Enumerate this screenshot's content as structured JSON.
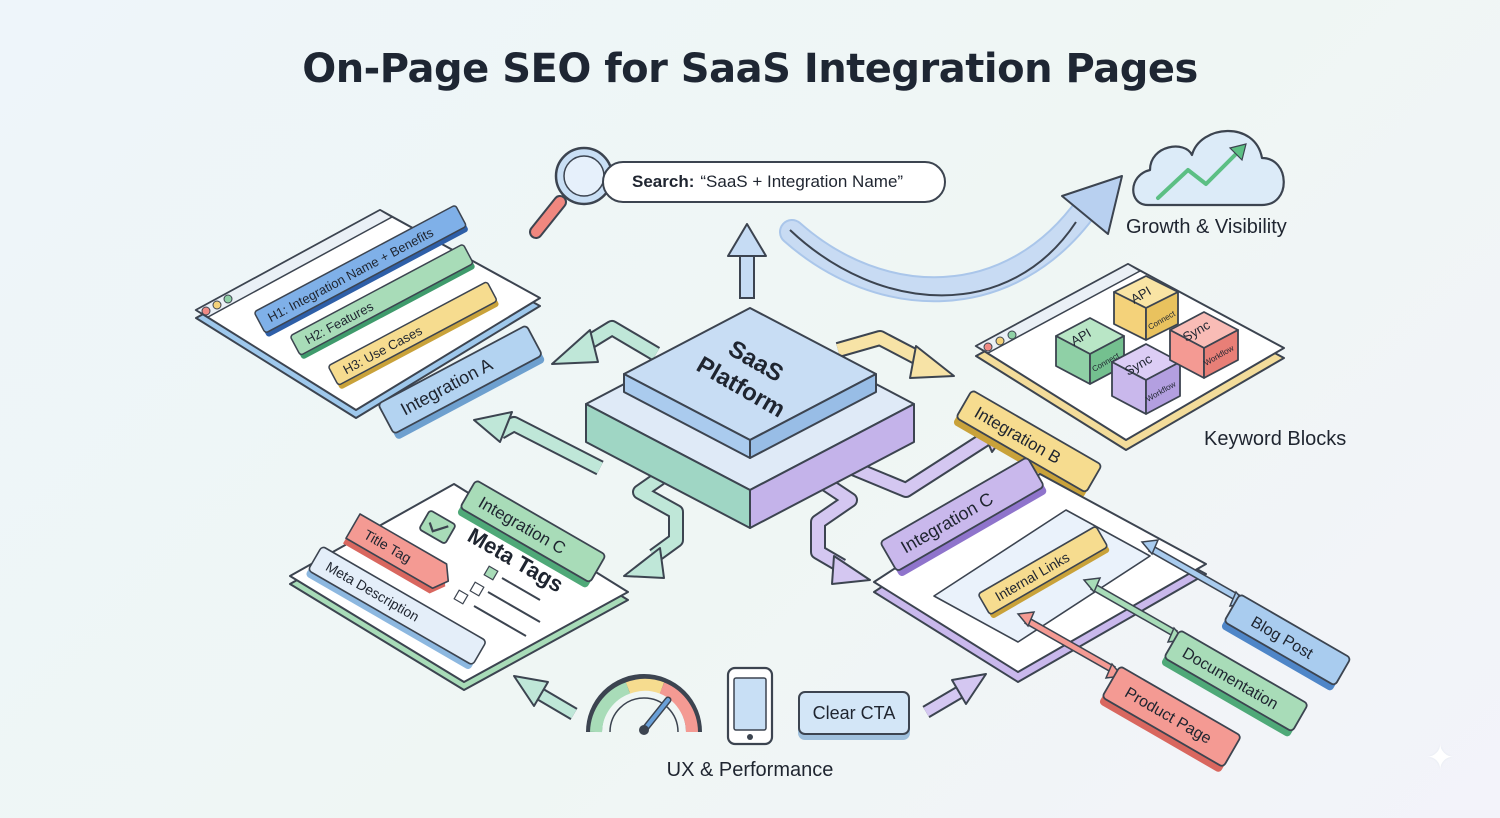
{
  "title": "On-Page SEO for SaaS Integration Pages",
  "search": {
    "label": "Search:",
    "query": "“SaaS + Integration Name”"
  },
  "growth": {
    "caption": "Growth & Visibility"
  },
  "platform": {
    "line1": "SaaS",
    "line2": "Platform"
  },
  "integration_a": {
    "label": "Integration A",
    "headings": [
      "H1: Integration Name + Benefits",
      "H2: Features",
      "H3: Use Cases"
    ]
  },
  "integration_b": {
    "label": "Integration B",
    "caption": "Keyword Blocks",
    "blocks": [
      {
        "title": "API",
        "sub": "Connect"
      },
      {
        "title": "API",
        "sub": "Connect"
      },
      {
        "title": "Sync",
        "sub": "Workflow"
      },
      {
        "title": "Sync",
        "sub": "Workflow"
      }
    ]
  },
  "meta": {
    "integration_label": "Integration C",
    "heading": "Meta Tags",
    "title_tag": "Title Tag",
    "meta_description": "Meta Description"
  },
  "links": {
    "integration_label": "Integration C",
    "internal_links": "Internal Links",
    "targets": [
      "Blog Post",
      "Documentation",
      "Product Page"
    ]
  },
  "ux": {
    "caption": "UX & Performance",
    "cta": "Clear CTA"
  },
  "colors": {
    "teal": "#9ed5c2",
    "green": "#a8dcb8",
    "yellow": "#f6dc8f",
    "purple": "#c9b8ec",
    "blue": "#b3d3f1",
    "red": "#f49a93",
    "outline": "#3c4450"
  }
}
